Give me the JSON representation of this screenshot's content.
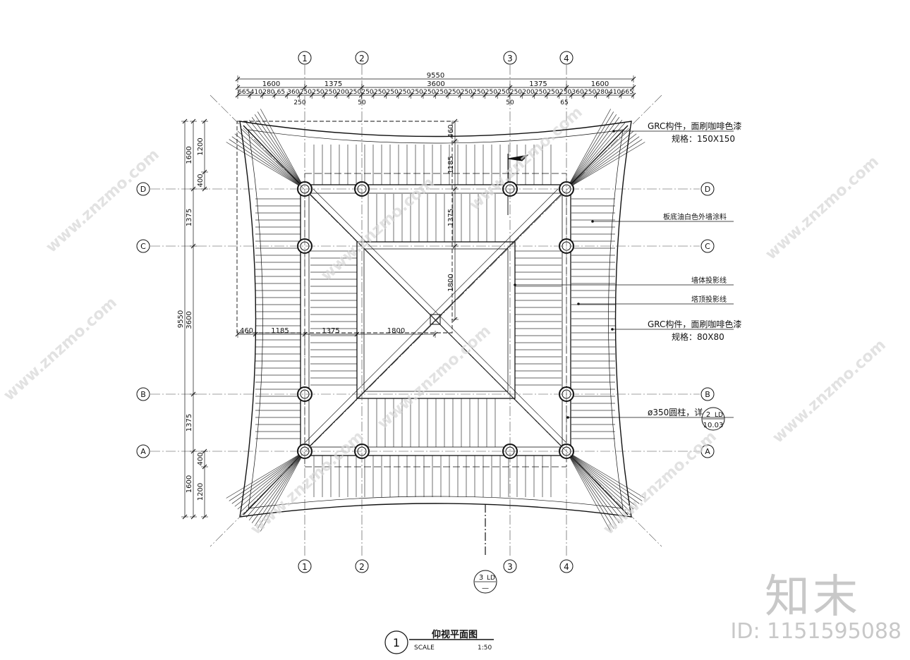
{
  "drawing": {
    "title": "仰视平面图",
    "number": "1",
    "scale_label": "SCALE",
    "scale_value": "1:50"
  },
  "grid": {
    "columns": [
      "1",
      "2",
      "3",
      "4"
    ],
    "rows": [
      "D",
      "C",
      "B",
      "A"
    ]
  },
  "dimensions": {
    "overall": "9550",
    "top_row1": [
      "1600",
      "1375",
      "3600",
      "1375",
      "1600"
    ],
    "top_row2": [
      "665",
      "410",
      "280",
      "65",
      "360",
      "250",
      "250",
      "250",
      "200",
      "250",
      "250",
      "250",
      "250",
      "250",
      "250",
      "250",
      "250",
      "250",
      "250",
      "250",
      "250",
      "250",
      "250",
      "200",
      "250",
      "250",
      "250",
      "360",
      "250",
      "280",
      "410",
      "665"
    ],
    "top_row3": [
      "250",
      "50",
      "50",
      "65"
    ],
    "left_overall": "9550",
    "left_main": [
      "1600",
      "1375",
      "3600",
      "1375",
      "1600"
    ],
    "left_sub": [
      "1200",
      "400",
      "400",
      "1200"
    ],
    "inner_h": [
      "460",
      "1185",
      "1375",
      "1800"
    ],
    "inner_v": [
      "460",
      "1185",
      "1375",
      "1800"
    ]
  },
  "annotations": [
    {
      "line1": "GRC构件，面刷咖啡色漆",
      "line2": "规格：150X150"
    },
    {
      "line1": "板底油白色外墙涂料",
      "line2": ""
    },
    {
      "line1": "墙体投影线",
      "line2": ""
    },
    {
      "line1": "塔顶投影线",
      "line2": ""
    },
    {
      "line1": "GRC构件，面刷咖啡色漆",
      "line2": "规格：80X80"
    },
    {
      "line1": "ø350圆柱，详",
      "line2": ""
    }
  ],
  "detail_refs": {
    "column_ref": {
      "num": "2",
      "sheet": "LD",
      "page": "10.03"
    },
    "section_ref": {
      "num": "3",
      "sheet": "LD",
      "page": "—"
    }
  },
  "watermark": {
    "brand": "知末",
    "site": "www.znzmo.com",
    "id": "ID: 1151595088"
  }
}
